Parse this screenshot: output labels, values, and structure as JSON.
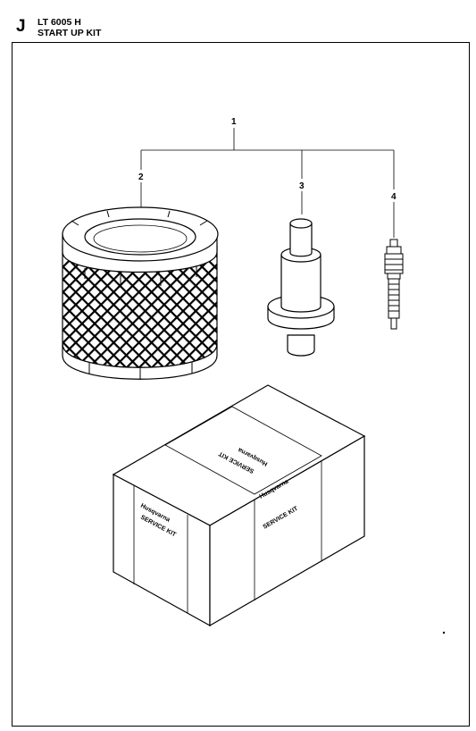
{
  "header": {
    "section_letter": "J",
    "model": "LT 6005 H",
    "title": "START UP KIT"
  },
  "callouts": [
    "1",
    "2",
    "3",
    "4"
  ],
  "box": {
    "brand": "Husqvarna",
    "label": "SERVICE KIT"
  }
}
